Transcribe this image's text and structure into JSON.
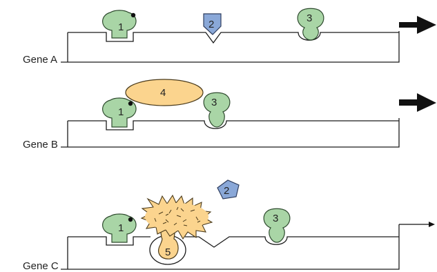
{
  "genes": [
    {
      "label": "Gene  A"
    },
    {
      "label": "Gene  B"
    },
    {
      "label": "Gene  C"
    }
  ],
  "molecules": {
    "m1": "1",
    "m2": "2",
    "m3": "3",
    "m4": "4",
    "m5": "5"
  },
  "colors": {
    "green": "#a9d5a6",
    "blue": "#8aa8d8",
    "orange": "#fbd48e",
    "arrow": "#111111"
  }
}
